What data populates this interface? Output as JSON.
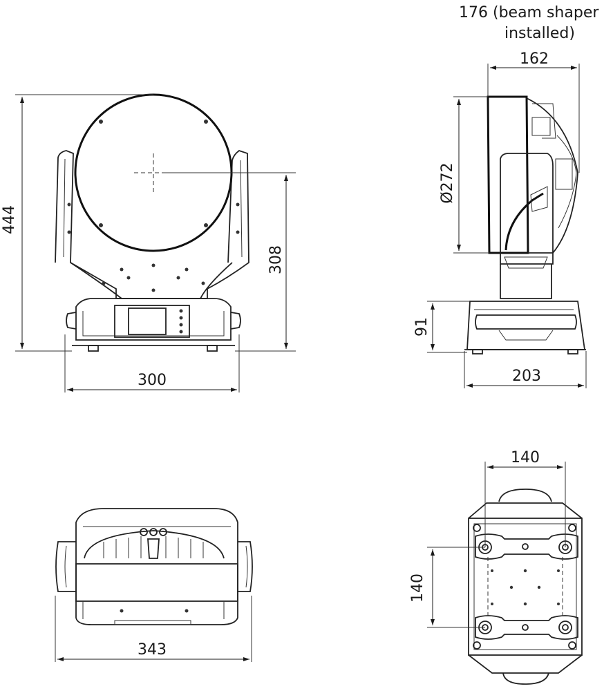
{
  "views": {
    "front": {
      "height_label": "444",
      "pivot_height_label": "308",
      "base_width_label": "300"
    },
    "side": {
      "depth_label_line1": "176 (beam shaper",
      "depth_label_line2": "installed)",
      "head_depth_label": "162",
      "lens_diameter_label": "Ø272",
      "base_height_label": "91",
      "base_depth_label": "203"
    },
    "top": {
      "width_label": "343"
    },
    "bottom": {
      "hole_spacing_x_label": "140",
      "hole_spacing_y_label": "140"
    }
  }
}
